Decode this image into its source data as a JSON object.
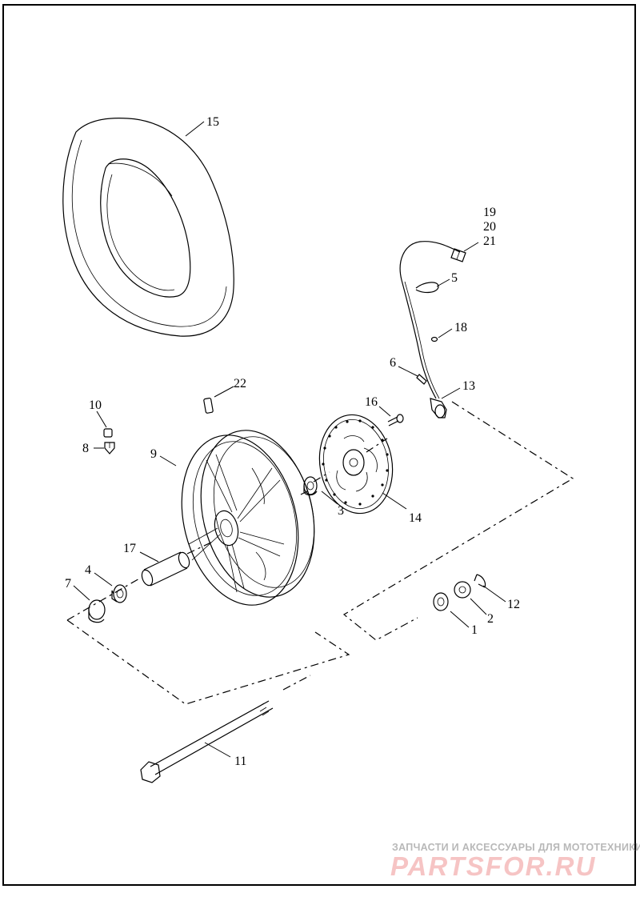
{
  "callouts": {
    "c1": "1",
    "c2": "2",
    "c3": "3",
    "c4": "4",
    "c5": "5",
    "c6": "6",
    "c7": "7",
    "c8": "8",
    "c9": "9",
    "c10": "10",
    "c11": "11",
    "c12": "12",
    "c13": "13",
    "c14": "14",
    "c15": "15",
    "c16": "16",
    "c17": "17",
    "c18": "18",
    "c19": "19",
    "c20": "20",
    "c21": "21",
    "c22": "22"
  },
  "watermark": {
    "tagline": "ЗАПЧАСТИ И АКСЕССУАРЫ ДЛЯ МОТОТЕХНИКИ",
    "logo": "PARTSFOR.RU"
  }
}
